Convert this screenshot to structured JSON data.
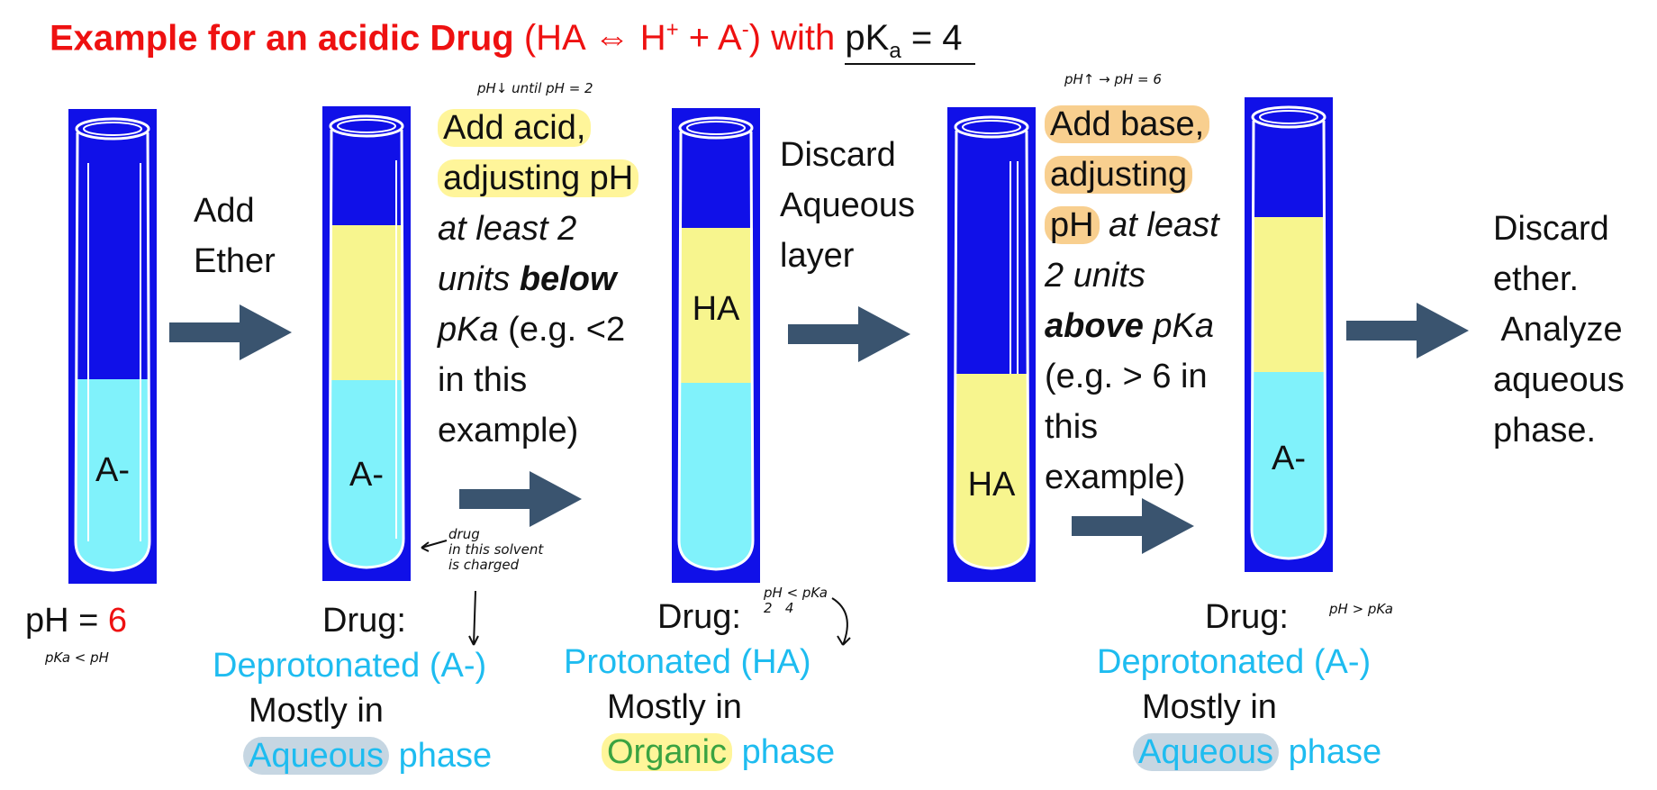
{
  "title": {
    "bold": "Example for an acidic Drug",
    "eq_open": "(HA ⇔ H",
    "eq_plus": "+",
    "eq_mid": " + A",
    "eq_minus": "-",
    "eq_close": ") with",
    "pk_prefix": "pK",
    "pk_sub": "a",
    "pk_value": " = 4"
  },
  "colors": {
    "tube_bg": "#1010e8",
    "aqueous": "#80f2fb",
    "organic": "#f7f58e",
    "arrow": "#3a546f",
    "red": "#ee1111",
    "cyan": "#1ebcf0"
  },
  "tubes": [
    {
      "label": "A-"
    },
    {
      "label": "A-"
    },
    {
      "label": "HA"
    },
    {
      "label": "HA"
    },
    {
      "label": "A-"
    }
  ],
  "steps": {
    "add_ether": [
      "Add",
      "Ether"
    ],
    "add_acid": {
      "l1": "Add acid,",
      "l2": "adjusting pH",
      "l3": "at least 2",
      "l4a": "units ",
      "l4b": "below",
      "l5a": "pKa",
      "l5b": " (e.g. <2",
      "l6": "in this",
      "l7": "example)"
    },
    "discard_aqueous": [
      "Discard",
      "Aqueous",
      "layer"
    ],
    "add_base": {
      "l1": "Add base,",
      "l2": "adjusting",
      "l3a": "pH",
      "l3b": " at least",
      "l4": "2 units",
      "l5a": "above",
      "l5b": " pKa",
      "l6": "(e.g. > 6 in",
      "l7": "this",
      "l8": "example)"
    },
    "discard_ether": [
      "Discard",
      "ether.",
      " Analyze",
      "aqueous",
      "phase."
    ]
  },
  "notes": {
    "ph_until": "pH↓ until pH = 2",
    "ph_up": "pH↑ → pH = 6",
    "drug_charged": [
      "drug",
      "in this solvent",
      "is charged"
    ],
    "pka_lt_ph": "pKa < pH",
    "ph_lt_pka": [
      "pH < pKa",
      "2   4"
    ],
    "ph_gt_pka": "pH > pKa"
  },
  "captions": {
    "ph_label": "pH = ",
    "ph_value": "6",
    "c1": {
      "drug": "Drug:",
      "state": "Deprotonated (A-)",
      "mostly": "Mostly in",
      "phase_a": "Aqueous",
      "phase_b": " phase"
    },
    "c2": {
      "drug": "Drug:",
      "state": "Protonated (HA)",
      "mostly": "Mostly in",
      "phase_a": "Organic",
      "phase_b": " phase"
    },
    "c3": {
      "drug": "Drug:",
      "state": "Deprotonated (A-)",
      "mostly": "Mostly in",
      "phase_a": "Aqueous",
      "phase_b": " phase"
    }
  }
}
